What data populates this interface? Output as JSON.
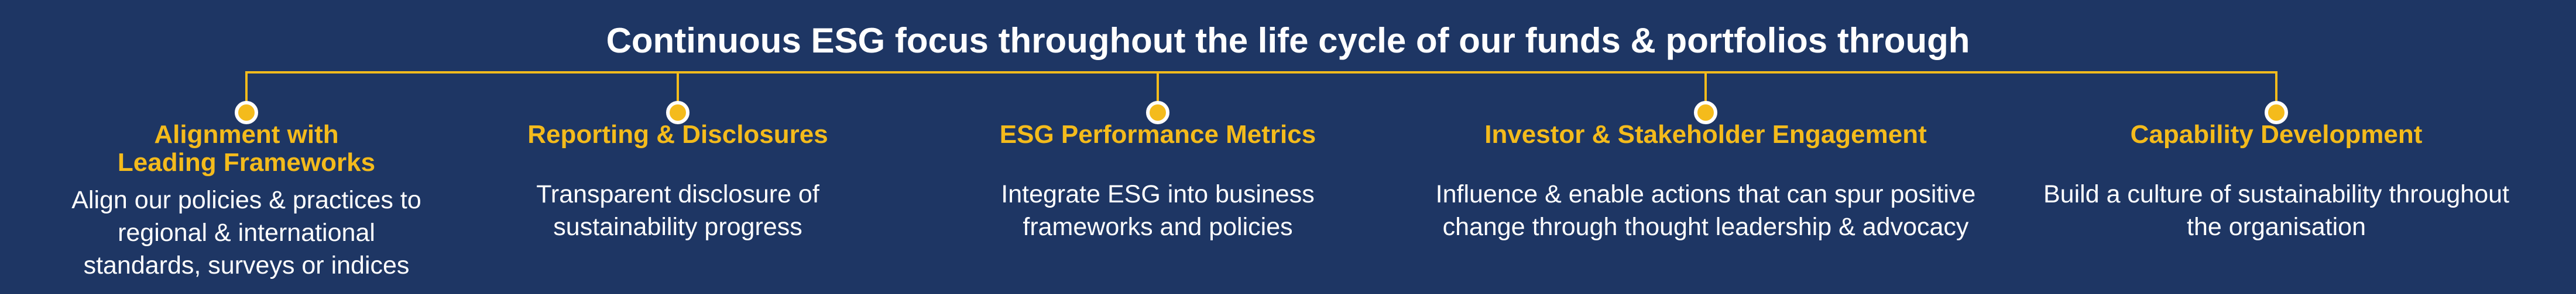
{
  "title": "Continuous ESG focus throughout the life cycle of our funds & portfolios through",
  "colors": {
    "background": "#1e3664",
    "accent": "#f4bb1c",
    "text": "#ffffff"
  },
  "pillars": [
    {
      "heading": "Alignment with\nLeading Frameworks",
      "description": "Align our policies & practices to\nregional & international\nstandards, surveys or indices"
    },
    {
      "heading": "Reporting & Disclosures",
      "description": "Transparent disclosure of\nsustainability progress"
    },
    {
      "heading": "ESG Performance Metrics",
      "description": "Integrate ESG into business\nframeworks and policies"
    },
    {
      "heading": "Investor & Stakeholder Engagement",
      "description": "Influence & enable actions that can spur positive\nchange through thought leadership & advocacy"
    },
    {
      "heading": "Capability Development",
      "description": "Build a culture of sustainability throughout\nthe organisation"
    }
  ]
}
